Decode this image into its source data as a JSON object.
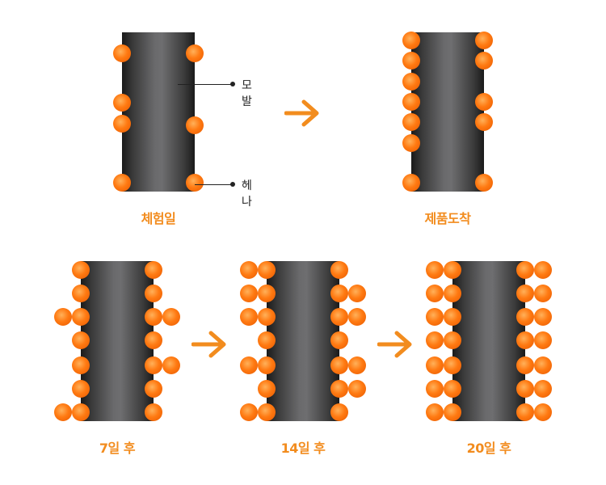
{
  "labels": {
    "hair": "모발",
    "henna": "헤나"
  },
  "stages": [
    {
      "caption": "체험일"
    },
    {
      "caption": "제품도착"
    },
    {
      "caption": "7일 후"
    },
    {
      "caption": "14일 후"
    },
    {
      "caption": "20일 후"
    }
  ],
  "colors": {
    "accent": "#f28c1e",
    "henna_particle": "#ff7a12",
    "hair_dark": "#1a1a1a",
    "hair_mid": "#6e6e70"
  }
}
